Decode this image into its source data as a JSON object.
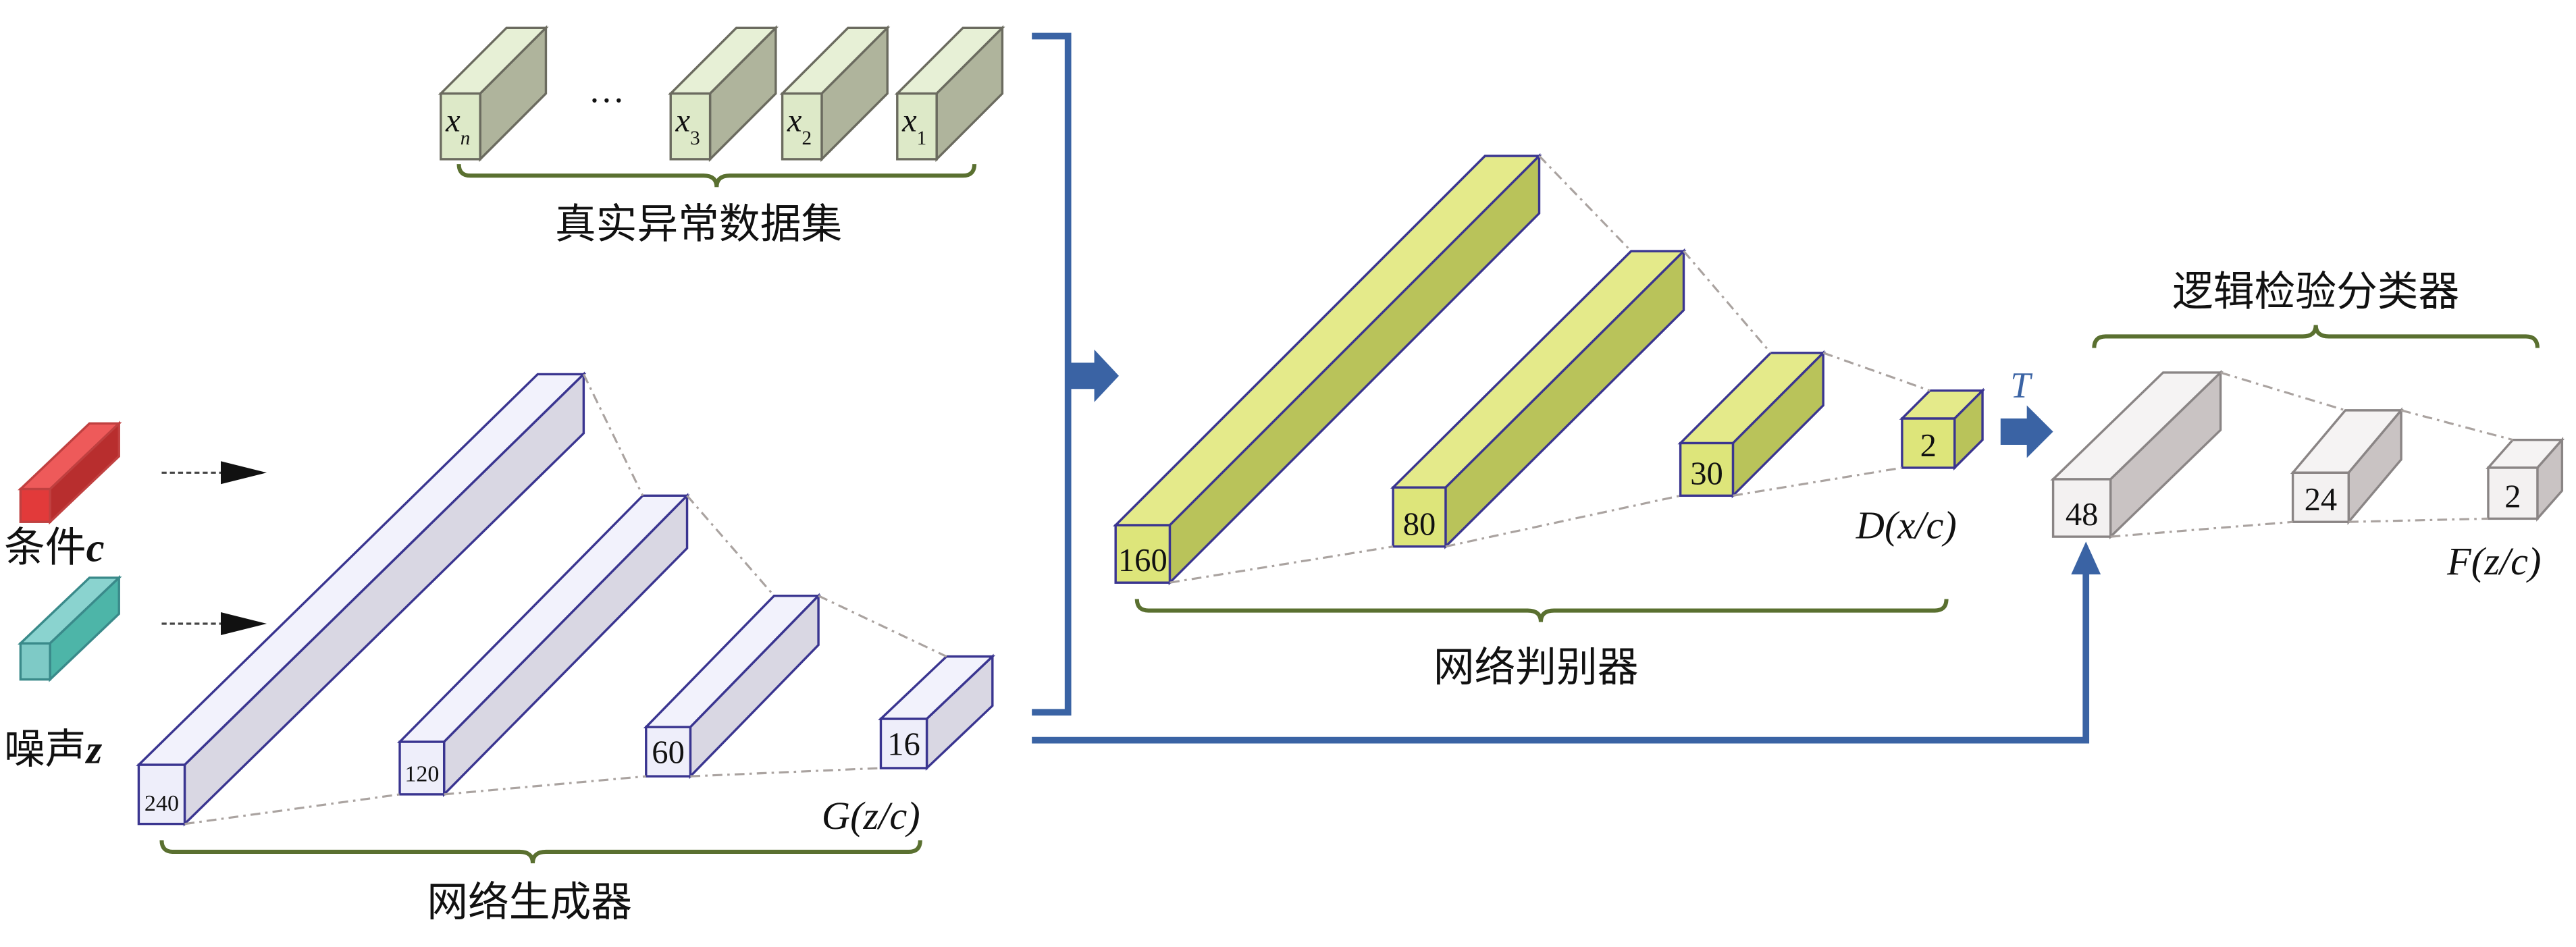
{
  "dataset": {
    "label": "真实异常数据集",
    "samples": [
      {
        "base": "x",
        "sub": "n"
      },
      {
        "base": "x",
        "sub": "3"
      },
      {
        "base": "x",
        "sub": "2"
      },
      {
        "base": "x",
        "sub": "1"
      }
    ],
    "ellipsis": "…"
  },
  "inputs": {
    "condition_label": "条件",
    "condition_var": "c",
    "noise_label": "噪声",
    "noise_var": "z"
  },
  "generator": {
    "label": "网络生成器",
    "layers": [
      "240",
      "120",
      "60",
      "16"
    ],
    "output": "G(z/c)"
  },
  "discriminator": {
    "label": "网络判别器",
    "layers": [
      "160",
      "80",
      "30",
      "2"
    ],
    "output": "D(x/c)"
  },
  "transfer_label": "T",
  "classifier": {
    "label": "逻辑检验分类器",
    "layers": [
      "48",
      "24",
      "2"
    ],
    "output": "F(z/c)"
  },
  "colors": {
    "flow_arrow": "#3a63a4",
    "brace": "#5a7030",
    "condition": "#e84848",
    "noise": "#7ecac6"
  }
}
